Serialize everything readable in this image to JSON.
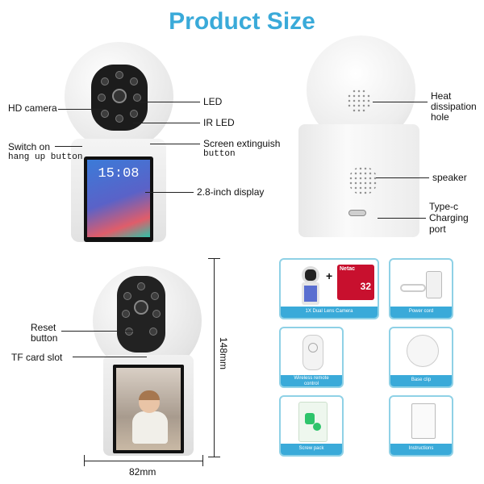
{
  "title": "Product Size",
  "front_labels": {
    "hd_camera": "HD camera",
    "led": "LED",
    "ir_led": "IR LED",
    "switch_line1": "Switch on",
    "switch_line2": "hang up button",
    "screen_ext_line1": "Screen extinguish",
    "screen_ext_line2": "button",
    "display": "2.8-inch display",
    "clock": "15:08"
  },
  "back_labels": {
    "heat_line1": "Heat",
    "heat_line2": "dissipation",
    "heat_line3": "hole",
    "speaker": "speaker",
    "typec_line1": "Type-c",
    "typec_line2": "Charging",
    "typec_line3": "port"
  },
  "side_labels": {
    "reset_line1": "Reset",
    "reset_line2": "button",
    "tf_card": "TF card slot",
    "height": "148mm",
    "width": "82mm"
  },
  "accessories": [
    {
      "caption": "1X Dual Lens Camera",
      "card_brand": "Netac",
      "card_size": "32"
    },
    {
      "caption": "Power cord"
    },
    {
      "caption_line1": "Wireless remote",
      "caption_line2": "control"
    },
    {
      "caption": "Base clip"
    },
    {
      "caption": "Screw pack"
    },
    {
      "caption": "Instructions"
    }
  ],
  "colors": {
    "title": "#3aaad9",
    "accent_border": "#8fd1e6"
  }
}
